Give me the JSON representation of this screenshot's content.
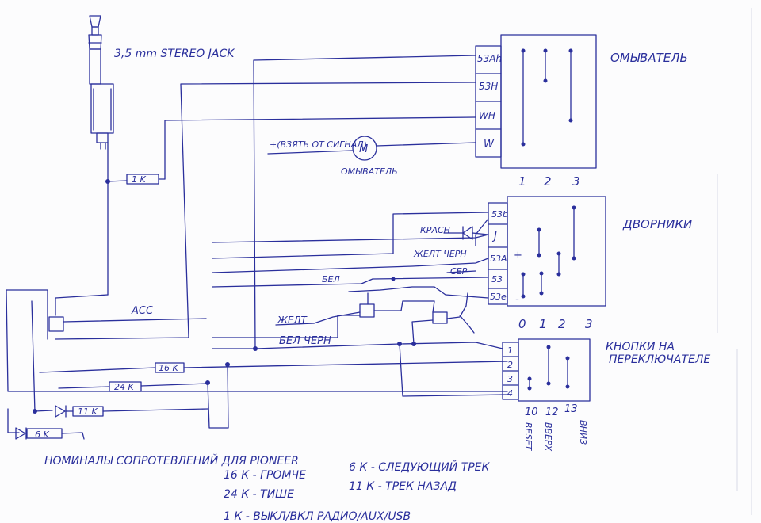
{
  "jack_label": "3,5 mm STEREO JACK",
  "washer": {
    "title": "ОМЫВАТЕЛЬ",
    "pins": [
      "53Ah",
      "53H",
      "WH",
      "W"
    ],
    "positions": [
      "1",
      "2",
      "3"
    ],
    "motor_symbol": "M",
    "motor_label": "ОМЫВАТЕЛЬ",
    "signal_note": "+(ВЗЯТЬ ОТ СИГНАЛ)"
  },
  "wipers": {
    "title": "ДВОРНИКИ",
    "pins": [
      "53b",
      "J",
      "53A",
      "53",
      "53e"
    ],
    "positions": [
      "0",
      "1",
      "2",
      "3"
    ],
    "plus": "+",
    "minus": "-"
  },
  "buttons": {
    "title_line1": "КНОПКИ НА",
    "title_line2": "ПЕРЕКЛЮЧАТЕЛЕ",
    "pins": [
      "1",
      "2",
      "3",
      "4"
    ],
    "positions": [
      "10",
      "12",
      "13"
    ],
    "labels": [
      "RESET",
      "ВВЕРХ",
      "ВНИЗ"
    ]
  },
  "wires": {
    "red": "КРАСН",
    "yellow_black": "ЖЕЛТ ЧЕРН",
    "gray": "СЕР",
    "white": "БЕЛ",
    "yellow": "ЖЕЛТ",
    "white_black": "БЕЛ ЧЕРН",
    "acc": "ACC"
  },
  "resistors": {
    "r1": "1 K",
    "r16": "16 K",
    "r24": "24 K",
    "r11": "11 K",
    "r6": "6 K"
  },
  "legend": {
    "title": "НОМИНАЛЫ СОПРОТЕВЛЕНИЙ ДЛЯ PIONEER",
    "items": [
      "16 К - ГРОМЧЕ",
      "6 К - СЛЕДУЮЩИЙ ТРЕК",
      "24 К - ТИШЕ",
      "11 К - ТРЕК НАЗАД",
      "1 К - ВЫКЛ/ВКЛ РАДИО/AUX/USB"
    ]
  }
}
